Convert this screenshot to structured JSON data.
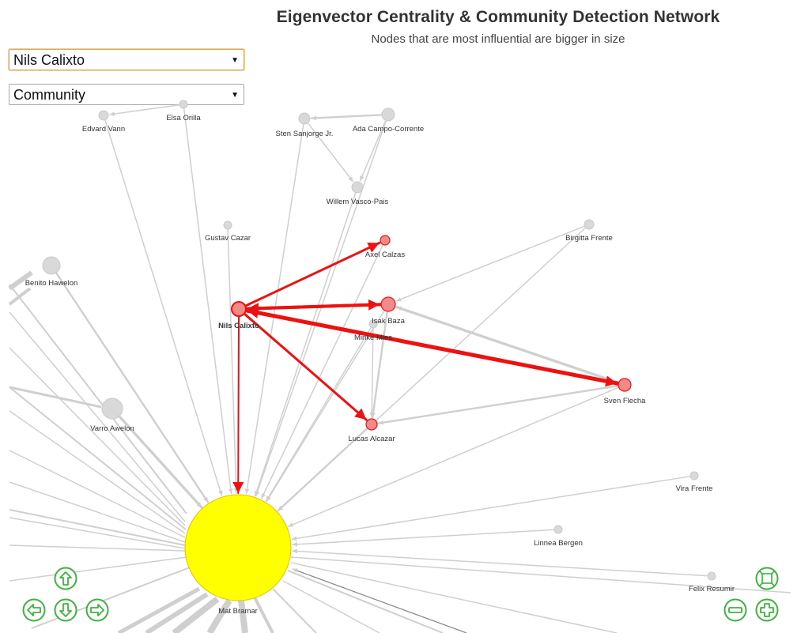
{
  "header": {
    "title": "Eigenvector Centrality & Community Detection Network",
    "subtitle": "Nodes that are most influential are bigger in size"
  },
  "controls": {
    "node_select": {
      "value": "Nils Calixto"
    },
    "color_select": {
      "value": "Community"
    }
  },
  "colors": {
    "edge": "#cfcfcf",
    "node_default": "#d9d9d9",
    "highlight": "#ee1111",
    "highlight_node": "#f28a8a",
    "central_node": "#ffff00",
    "nav_icon": "#3cb43c"
  },
  "network": {
    "selected_node": "Nils Calixto",
    "nodes": [
      {
        "id": "edvard",
        "label": "Edvard Vann",
        "r": 6
      },
      {
        "id": "elsa",
        "label": "Elsa Orilla",
        "r": 5
      },
      {
        "id": "sten",
        "label": "Sten Sanjorge Jr.",
        "r": 7
      },
      {
        "id": "ada",
        "label": "Ada Campo-Corrente",
        "r": 8
      },
      {
        "id": "willem",
        "label": "Willem Vasco-Pais",
        "r": 7
      },
      {
        "id": "gustav",
        "label": "Gustav Cazar",
        "r": 5
      },
      {
        "id": "axel",
        "label": "Axel Calzas",
        "r": 6,
        "highlight": true
      },
      {
        "id": "birgitta",
        "label": "Birgitta Frente",
        "r": 6
      },
      {
        "id": "benito",
        "label": "Benito Hawelon",
        "r": 11
      },
      {
        "id": "nils",
        "label": "Nils Calixto",
        "r": 9,
        "highlight": true,
        "selected": true
      },
      {
        "id": "isak",
        "label": "Isak Baza",
        "r": 9,
        "highlight": true
      },
      {
        "id": "minke",
        "label": "Minke Mies",
        "r": 5
      },
      {
        "id": "sven",
        "label": "Sven Flecha",
        "r": 8,
        "highlight": true
      },
      {
        "id": "varro",
        "label": "Varro Awelon",
        "r": 13
      },
      {
        "id": "lucas",
        "label": "Lucas Alcazar",
        "r": 7,
        "highlight": true
      },
      {
        "id": "vira",
        "label": "Vira Frente",
        "r": 5
      },
      {
        "id": "linnea",
        "label": "Linnea Bergen",
        "r": 5
      },
      {
        "id": "felix",
        "label": "Felix Resumir",
        "r": 5
      },
      {
        "id": "mat",
        "label": "Mat Bramar",
        "r": 67,
        "central": true
      }
    ],
    "edges": [
      {
        "source": "nils",
        "target": "axel",
        "highlight": true,
        "weight": 3
      },
      {
        "source": "isak",
        "target": "nils",
        "highlight": true,
        "weight": 4
      },
      {
        "source": "nils",
        "target": "isak",
        "highlight": true,
        "weight": 4
      },
      {
        "source": "sven",
        "target": "nils",
        "highlight": true,
        "weight": 5
      },
      {
        "source": "nils",
        "target": "sven",
        "highlight": true,
        "weight": 4
      },
      {
        "source": "nils",
        "target": "lucas",
        "highlight": true,
        "weight": 3
      },
      {
        "source": "nils",
        "target": "mat",
        "highlight": true,
        "weight": 2
      },
      {
        "source": "ada",
        "target": "sten",
        "weight": 2
      },
      {
        "source": "sten",
        "target": "willem",
        "weight": 1
      },
      {
        "source": "ada",
        "target": "willem",
        "weight": 1
      },
      {
        "source": "elsa",
        "target": "edvard",
        "weight": 1
      },
      {
        "source": "sven",
        "target": "isak",
        "weight": 3
      },
      {
        "source": "birgitta",
        "target": "isak",
        "weight": 1
      },
      {
        "source": "sven",
        "target": "lucas",
        "weight": 2
      },
      {
        "source": "isak",
        "target": "lucas",
        "weight": 2
      },
      {
        "source": "minke",
        "target": "lucas",
        "weight": 1
      },
      {
        "source": "edvard",
        "target": "mat",
        "weight": 1
      },
      {
        "source": "elsa",
        "target": "mat",
        "weight": 1
      },
      {
        "source": "ada",
        "target": "mat",
        "weight": 1
      },
      {
        "source": "sten",
        "target": "mat",
        "weight": 1
      },
      {
        "source": "willem",
        "target": "mat",
        "weight": 1
      },
      {
        "source": "gustav",
        "target": "mat",
        "weight": 1
      },
      {
        "source": "axel",
        "target": "mat",
        "weight": 1
      },
      {
        "source": "birgitta",
        "target": "mat",
        "weight": 1
      },
      {
        "source": "benito",
        "target": "mat",
        "weight": 2
      },
      {
        "source": "isak",
        "target": "mat",
        "weight": 1
      },
      {
        "source": "minke",
        "target": "mat",
        "weight": 1
      },
      {
        "source": "sven",
        "target": "mat",
        "weight": 1
      },
      {
        "source": "varro",
        "target": "mat",
        "weight": 3
      },
      {
        "source": "lucas",
        "target": "mat",
        "weight": 2
      },
      {
        "source": "vira",
        "target": "mat",
        "weight": 1
      },
      {
        "source": "linnea",
        "target": "mat",
        "weight": 1
      },
      {
        "source": "felix",
        "target": "mat",
        "weight": 1
      }
    ]
  }
}
